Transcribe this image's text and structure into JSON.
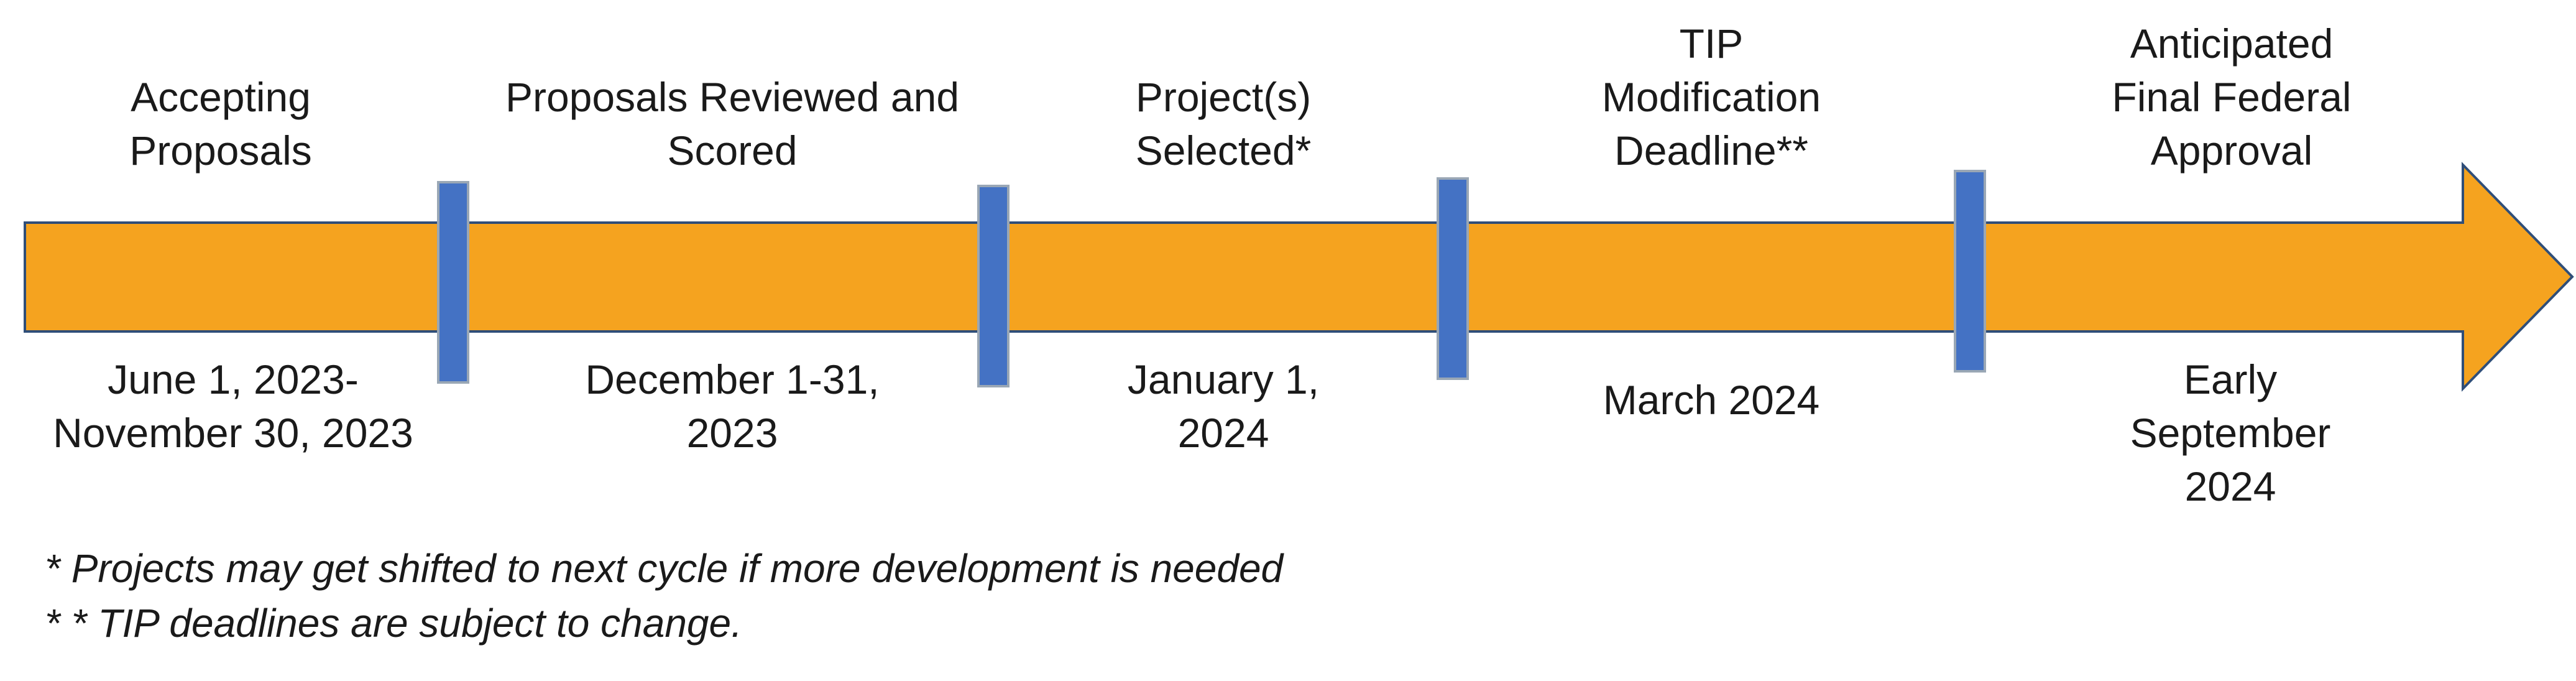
{
  "colors": {
    "arrow_fill": "#F5A31F",
    "arrow_stroke": "#2F4E79",
    "marker_fill": "#4472C4",
    "marker_stroke": "#9AA7B5"
  },
  "stages": [
    {
      "title": "Accepting\nProposals",
      "date": "June 1, 2023-\nNovember 30, 2023"
    },
    {
      "title": "Proposals Reviewed and\nScored",
      "date": "December 1-31,\n2023"
    },
    {
      "title": "Project(s)\nSelected*",
      "date": "January 1,\n2024"
    },
    {
      "title": "TIP\nModification\nDeadline**",
      "date": "March 2024"
    },
    {
      "title": "Anticipated\nFinal Federal\nApproval",
      "date": "Early\nSeptember\n2024"
    }
  ],
  "footnotes": [
    "* Projects may get shifted to next cycle if more development is needed",
    "* * TIP deadlines are subject to change."
  ]
}
